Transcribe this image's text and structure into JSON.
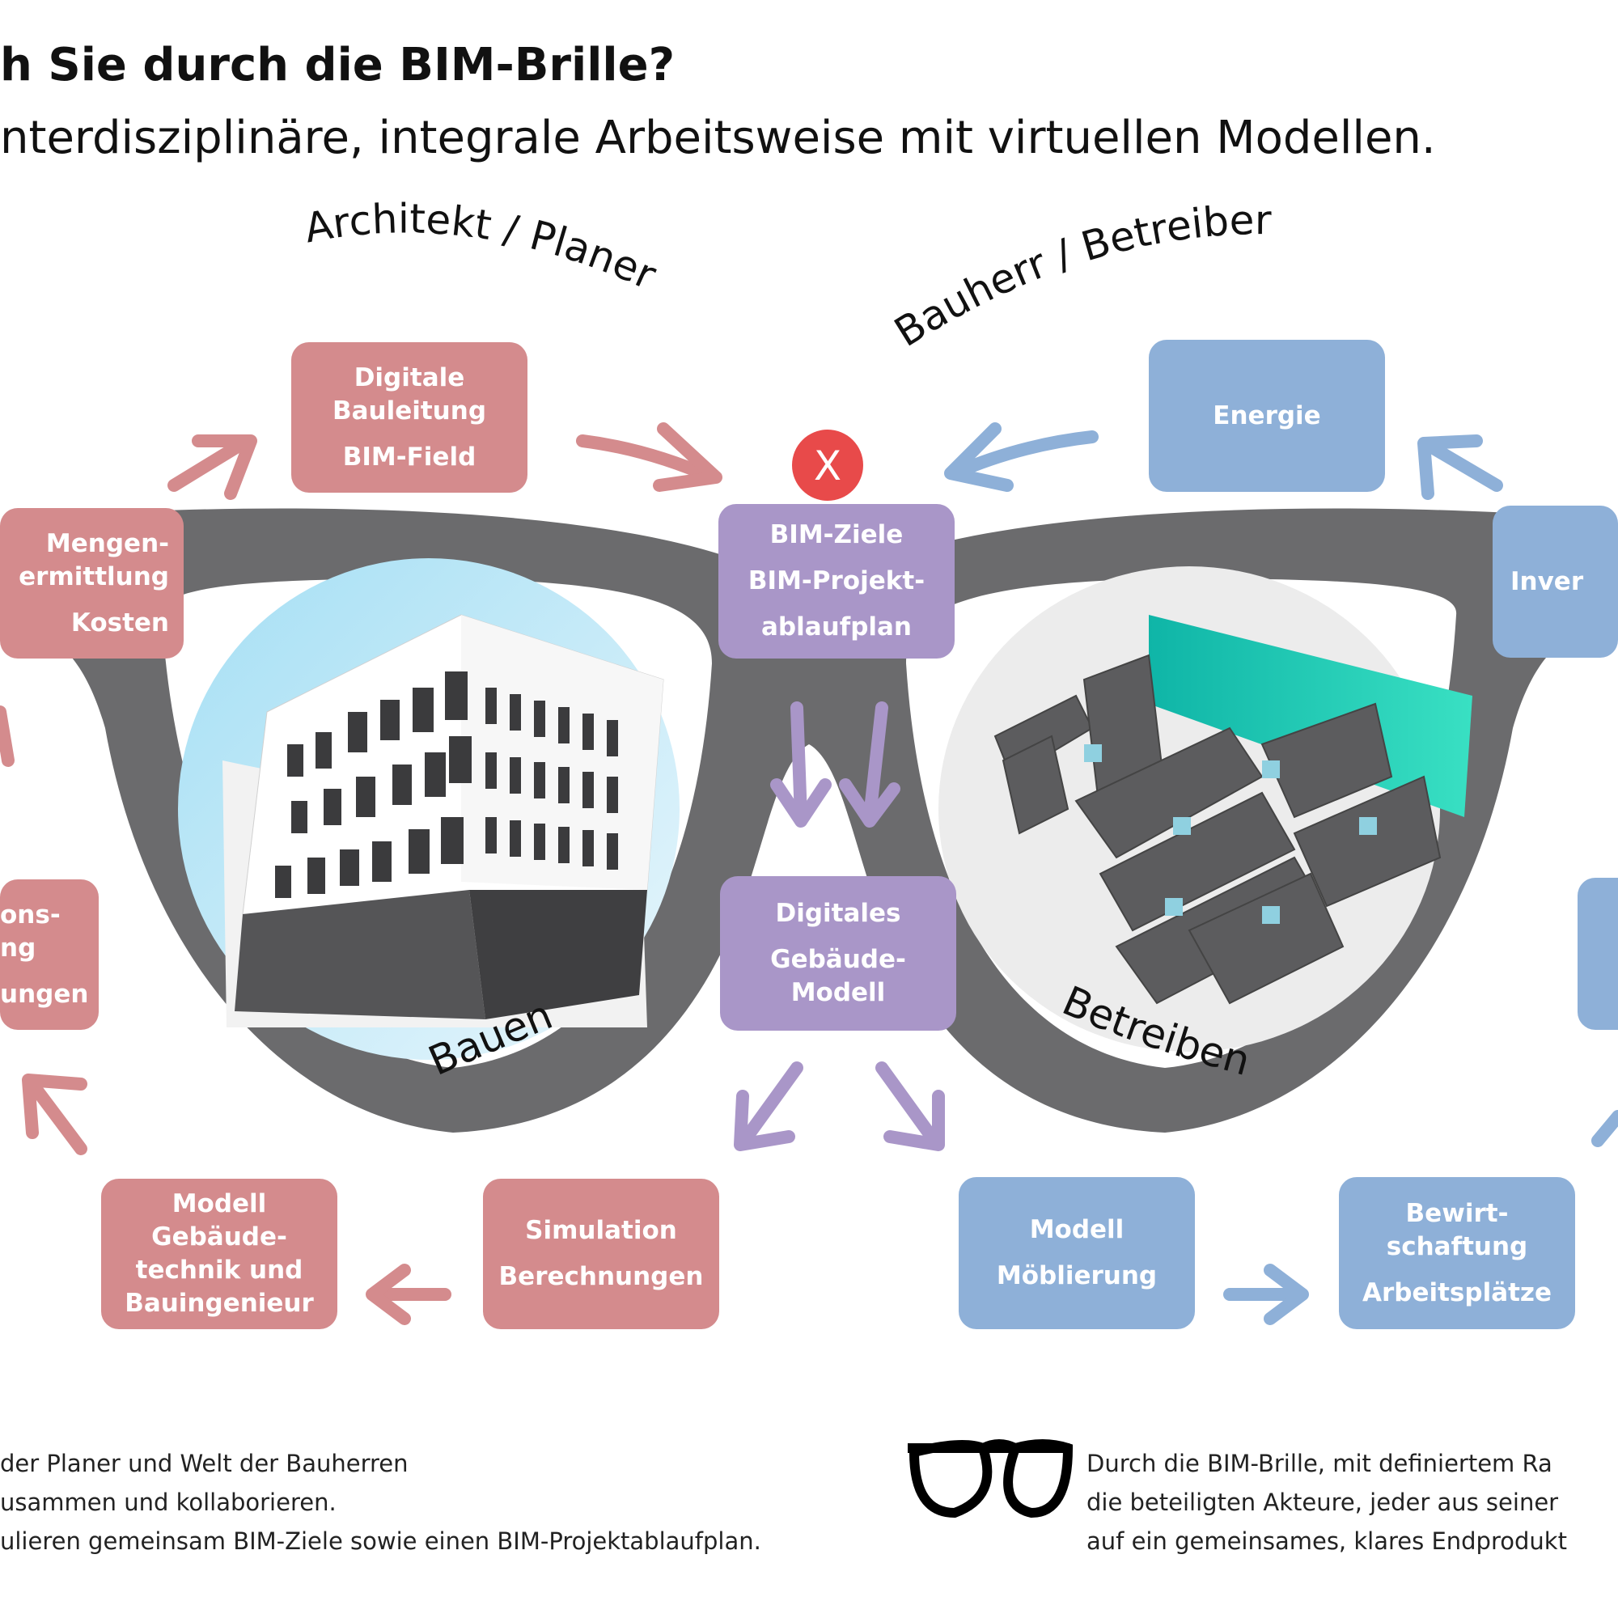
{
  "header": {
    "title": "h Sie durch die BIM-Brille?",
    "subtitle": "nterdisziplinäre, integrale Arbeitsweise mit virtuellen Modellen."
  },
  "arcs": {
    "left": "Architekt / Planer",
    "right": "Bauherr / Betreiber"
  },
  "lenses": {
    "left_label": "Bauen",
    "right_label": "Betreiben"
  },
  "marker": {
    "symbol": "X",
    "color": "#e84a4a"
  },
  "boxes": {
    "digitale_bauleitung": {
      "line1": "Digitale",
      "line2": "Bauleitung",
      "line3": "BIM-Field"
    },
    "mengenermittlung": {
      "line1": "Mengen-",
      "line2": "ermittlung",
      "line3": "Kosten"
    },
    "konstruktion": {
      "line1": "ons-",
      "line2": "ng",
      "line3": "ungen"
    },
    "modell_gebaeudetechnik": {
      "line1": "Modell",
      "line2": "Gebäude-",
      "line3": "technik und",
      "line4": "Bauingenieur"
    },
    "simulation": {
      "line1": "Simulation",
      "line2": "Berechnungen"
    },
    "bim_ziele": {
      "line1": "BIM-Ziele",
      "line2": "BIM-Projekt-",
      "line3": "ablaufplan"
    },
    "digitales_modell": {
      "line1": "Digitales",
      "line2": "Gebäude-",
      "line3": "Modell"
    },
    "energie": {
      "line1": "Energie"
    },
    "investition": {
      "line1": "Inver"
    },
    "modell_moeblierung": {
      "line1": "Modell",
      "line2": "Möblierung"
    },
    "bewirtschaftung": {
      "line1": "Bewirt-",
      "line2": "schaftung",
      "line3": "Arbeitsplätze"
    }
  },
  "footer": {
    "left": [
      "der Planer und Welt der Bauherren",
      "usammen und kollaborieren.",
      "ulieren gemeinsam BIM-Ziele sowie einen BIM-Projektablaufplan."
    ],
    "right": [
      "Durch die BIM-Brille, mit definiertem Ra",
      "die beteiligten Akteure, jeder aus seiner",
      "auf ein gemeinsames, klares Endprodukt"
    ],
    "icon": "glasses-icon"
  },
  "colors": {
    "frame": "#6b6b6d",
    "red": "#d48b8d",
    "blue": "#8eb0d8",
    "purple": "#a996c8"
  }
}
